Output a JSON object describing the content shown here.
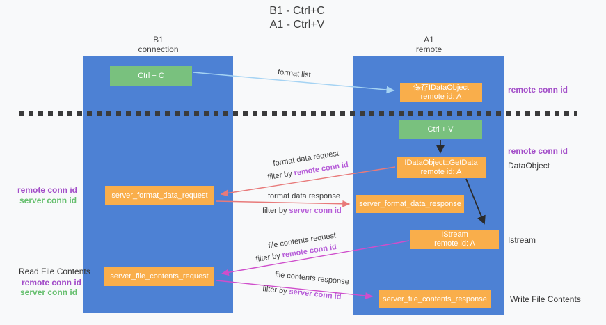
{
  "title": {
    "line1": "B1 - Ctrl+C",
    "line2": "A1 - Ctrl+V"
  },
  "lanes": {
    "left": {
      "name": "B1",
      "role": "connection"
    },
    "right": {
      "name": "A1",
      "role": "remote"
    }
  },
  "nodes": {
    "ctrl_c": {
      "label": "Ctrl + C"
    },
    "save_idataobject": {
      "line1": "保存IDataObject",
      "line2": "remote id: A"
    },
    "ctrl_v": {
      "label": "Ctrl + V"
    },
    "getdata": {
      "line1": "IDataObject::GetData",
      "line2": "remote id: A"
    },
    "format_request": {
      "label": "server_format_data_request"
    },
    "format_response": {
      "label": "server_format_data_response"
    },
    "istream": {
      "line1": "IStream",
      "line2": "remote id: A"
    },
    "file_request": {
      "label": "server_file_contents_request"
    },
    "file_response": {
      "label": "server_file_contents_response"
    }
  },
  "arrow_labels": {
    "format_list": "format list",
    "format_data_request": "format data request",
    "format_data_response": "format data response",
    "file_contents_request": "file contents request",
    "file_contents_response": "file contents response",
    "filter_prefix": "filter by ",
    "remote_conn_id": "remote conn id",
    "server_conn_id": "server conn id"
  },
  "annotations": {
    "right_remote_conn_id_1": "remote conn id",
    "right_remote_conn_id_2": "remote conn id",
    "dataobject": "DataObject",
    "istream": "Istream",
    "write_file_contents": "Write File Contents",
    "left_remote_conn_id_1": "remote conn id",
    "left_server_conn_id_1": "server conn id",
    "read_file_contents": "Read File Contents",
    "left_remote_conn_id_2": "remote conn id",
    "left_server_conn_id_2": "server conn id"
  },
  "colors": {
    "lane_blue": "#4d81d4",
    "node_green": "#79c17e",
    "node_orange": "#f9ae4b",
    "remote_conn_purple": "#a24cc8",
    "server_conn_green": "#66bf6e",
    "arrow_red": "#e87a7a",
    "arrow_magenta": "#cf4ecb",
    "arrow_lightblue": "#a5d3f3",
    "arrow_black": "#2b2b2b",
    "background": "#f8f9fa"
  }
}
